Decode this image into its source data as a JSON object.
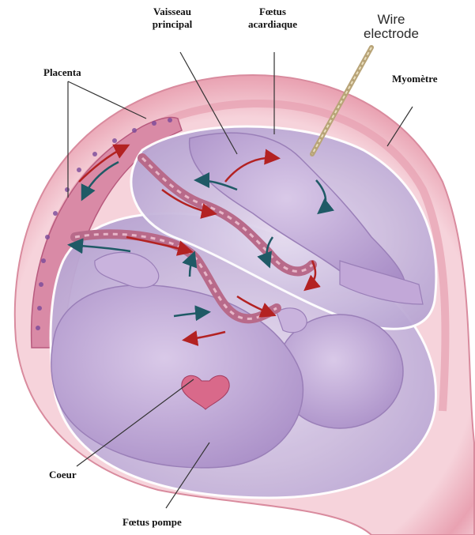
{
  "labels": {
    "vessel_line1": "Vaisseau",
    "vessel_line2": "principal",
    "acardiac_line1": "Fœtus",
    "acardiac_line2": "acardiaque",
    "wire_line1": "Wire",
    "wire_line2": "electrode",
    "placenta": "Placenta",
    "myometrium": "Myomètre",
    "heart": "Coeur",
    "pump_fetus": "Fœtus pompe"
  },
  "colors": {
    "myometrium": "#eaa6b4",
    "amniotic_sac": "#d9cfe8",
    "fetus": "#c8b2dc",
    "placenta": "#c46a8c",
    "artery": "#c0392b",
    "vein": "#2a6a7a",
    "cord": "#b86a8a"
  }
}
